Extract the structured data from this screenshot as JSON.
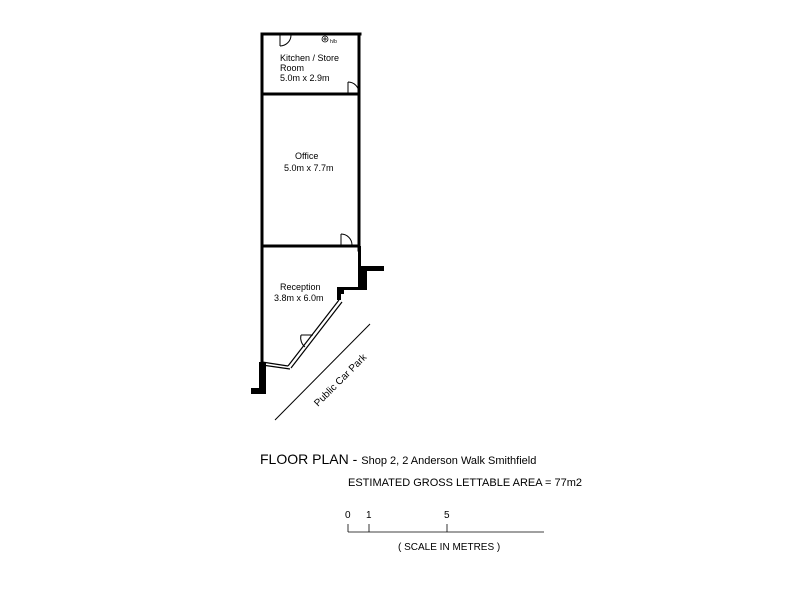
{
  "rooms": {
    "kitchen": {
      "name_line1": "Kitchen / Store",
      "name_line2": "Room",
      "dims": "5.0m  x  2.9m",
      "fixture": "h/b"
    },
    "office": {
      "name": "Office",
      "dims": "5.0m  x  7.7m"
    },
    "reception": {
      "name": "Reception",
      "dims": "3.8m  x  6.0m"
    }
  },
  "car_park_label": "Public Car Park",
  "title": {
    "main": "FLOOR PLAN -",
    "subtitle": "Shop 2,  2 Anderson Walk Smithfield"
  },
  "area_text": "ESTIMATED GROSS LETTABLE AREA = 77m2",
  "scale": {
    "ticks": [
      "0",
      "1",
      "5"
    ],
    "caption": "( SCALE IN METRES )"
  }
}
